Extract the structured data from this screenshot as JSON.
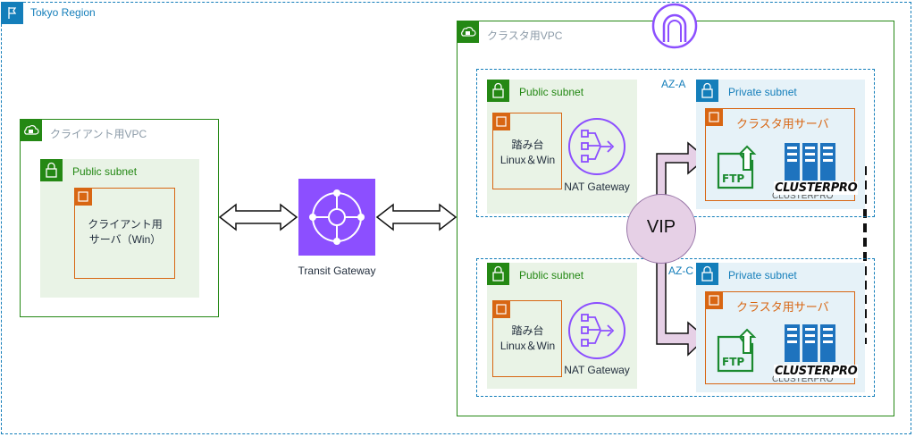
{
  "region": {
    "label": "Tokyo Region",
    "icon": "flag-icon",
    "color": "#147EBA"
  },
  "client_vpc": {
    "label": "クライアント用VPC",
    "public_subnet_label": "Public subnet",
    "server_label_1": "クライアント用",
    "server_label_2": "サーバ（Win）"
  },
  "transit_gateway": {
    "label": "Transit Gateway",
    "color": "#8C4FFF"
  },
  "cluster_vpc": {
    "label": "クラスタ用VPC",
    "az_a_label": "AZ-A",
    "az_c_label": "AZ-C",
    "public_subnet_label": "Public subnet",
    "private_subnet_label": "Private subnet",
    "bastion_label_1": "踏み台",
    "bastion_label_2": "Linux＆Win",
    "nat_label": "NAT Gateway",
    "cluster_server_label": "クラスタ用サーバ",
    "ftp_label": "FTP",
    "clusterpro_logo": "CLUSTERPRO",
    "clusterpro_under": "CLUSTERPRO",
    "vip_label": "VIP"
  },
  "colors": {
    "vpc_border": "#248814",
    "region_border": "#147EBA",
    "ec2": "#D86613",
    "nat": "#8C4FFF",
    "vip_fill": "#E6D0E6"
  }
}
